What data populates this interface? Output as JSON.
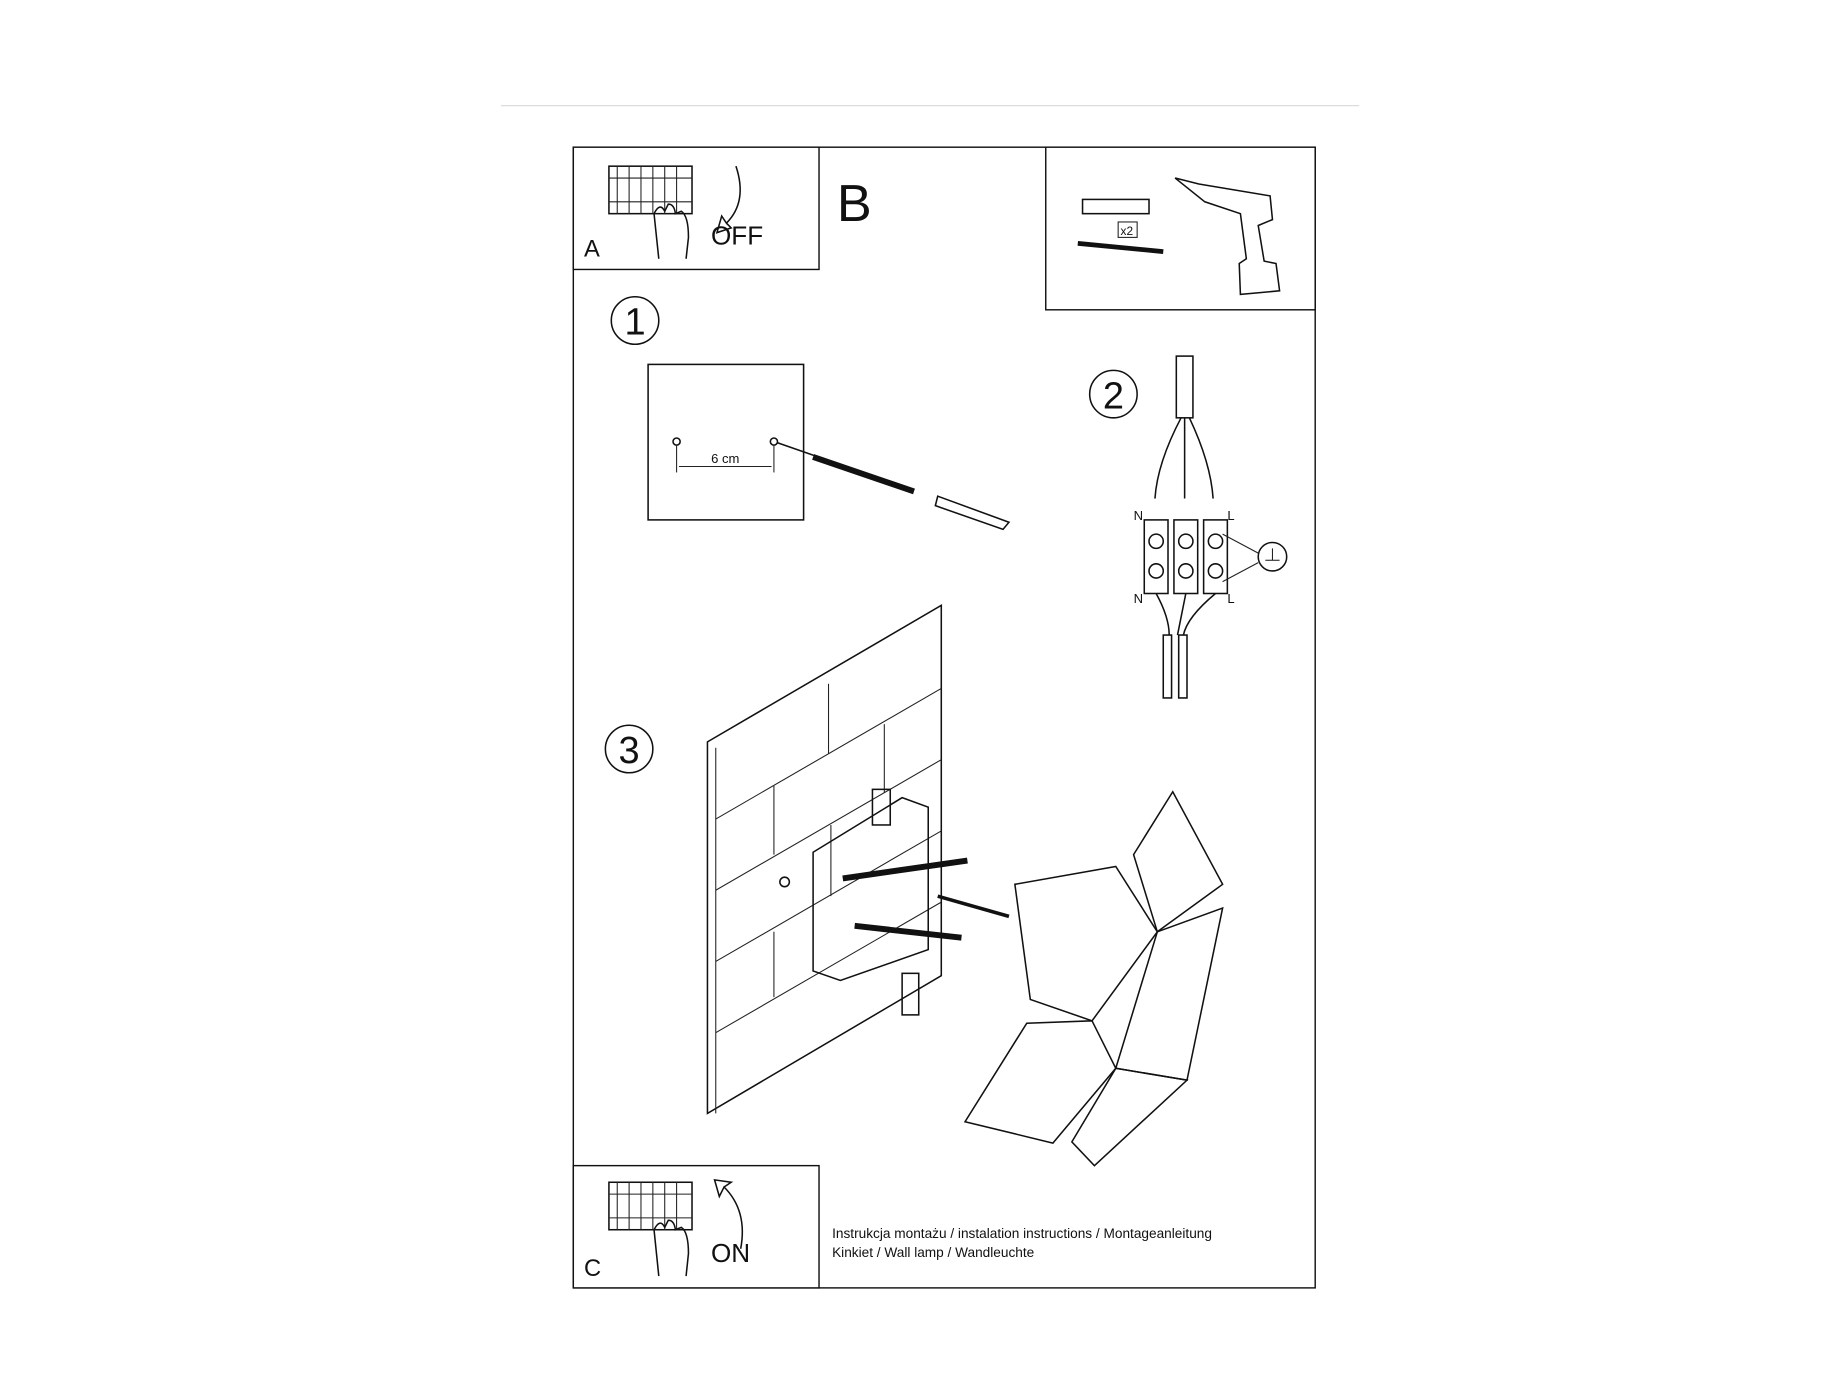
{
  "panel_a": {
    "letter": "A",
    "label": "OFF"
  },
  "panel_b": {
    "letter": "B",
    "quantity": "x2"
  },
  "panel_c": {
    "letter": "C",
    "label": "ON"
  },
  "steps": {
    "one": "1",
    "two": "2",
    "three": "3"
  },
  "step1": {
    "distance": "6 cm"
  },
  "step2": {
    "n_top": "N",
    "l_top": "L",
    "n_bottom": "N",
    "l_bottom": "L"
  },
  "footer": {
    "line1": "Instrukcja montażu / instalation instructions / Montageanleitung",
    "line2": "Kinkiet / Wall lamp / Wandleuchte"
  }
}
